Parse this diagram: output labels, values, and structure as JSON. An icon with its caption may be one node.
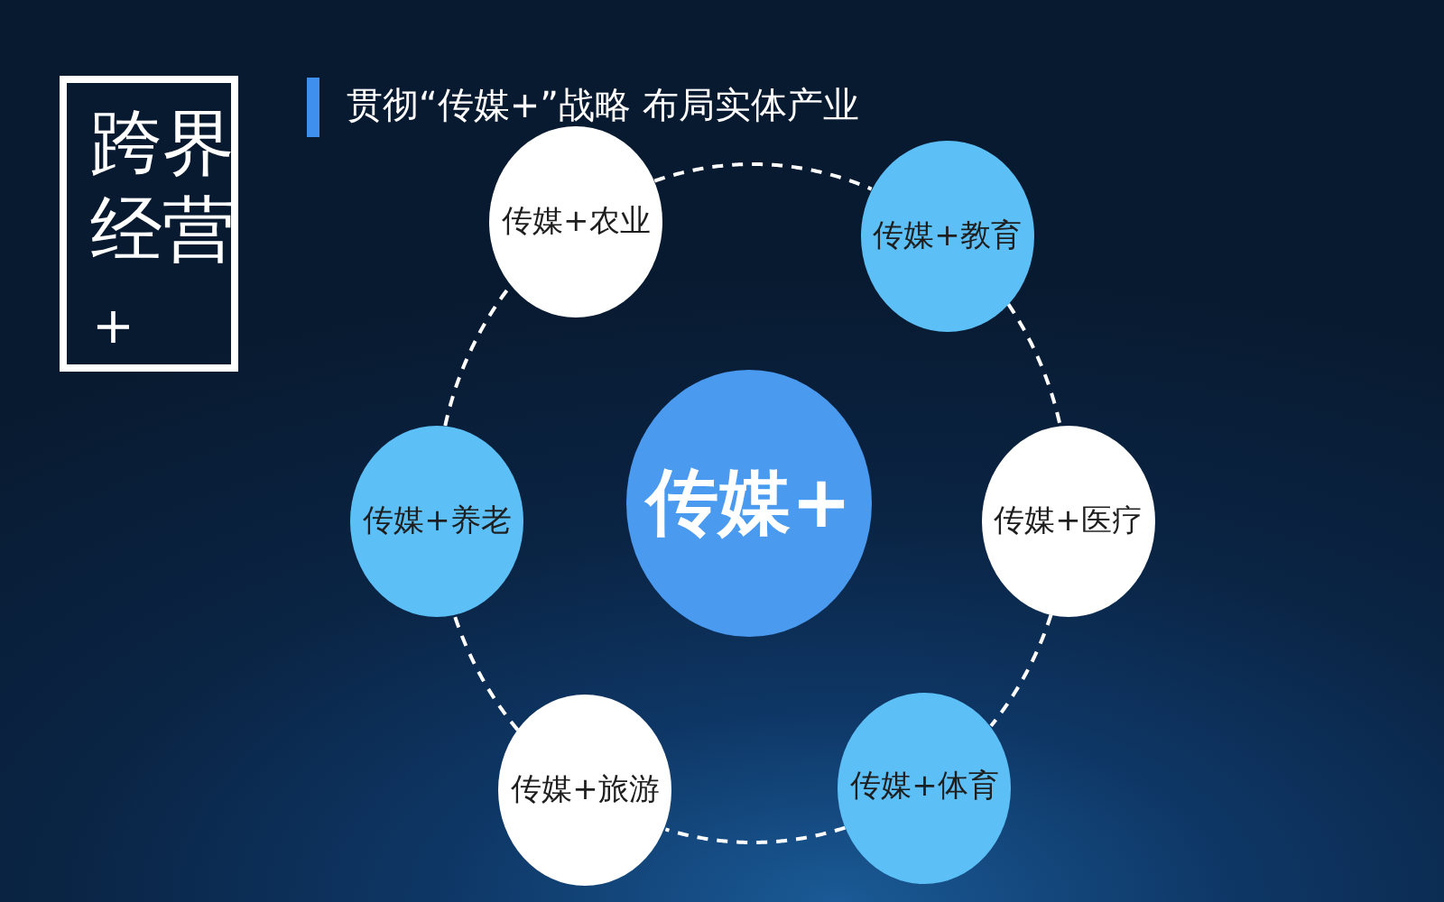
{
  "diagram": {
    "title": "贯彻“传媒+”战略 布局实体产业",
    "nodes": [
      {
        "text": [
          "跨界经营",
          "+"
        ]
      },
      {
        "text": [
          "传媒+农业"
        ]
      },
      {
        "text": [
          "传媒+教育"
        ]
      },
      {
        "text": [
          "传媒+养老"
        ]
      },
      {
        "text": [
          "传媒+"
        ]
      },
      {
        "text": [
          "传媒+医疗"
        ]
      },
      {
        "text": [
          "传媒+旅游"
        ]
      },
      {
        "text": [
          "传媒+体育"
        ]
      }
    ],
    "edges": [
      {
        "from": 1,
        "to": 2,
        "arrow": "none",
        "style": "dashed"
      },
      {
        "from": 2,
        "to": 5,
        "arrow": "none",
        "style": "dashed"
      },
      {
        "from": 5,
        "to": 7,
        "arrow": "none",
        "style": "dashed"
      },
      {
        "from": 7,
        "to": 6,
        "arrow": "none",
        "style": "dashed"
      },
      {
        "from": 6,
        "to": 3,
        "arrow": "none",
        "style": "dashed"
      },
      {
        "from": 3,
        "to": 1,
        "arrow": "none",
        "style": "dashed"
      }
    ]
  }
}
